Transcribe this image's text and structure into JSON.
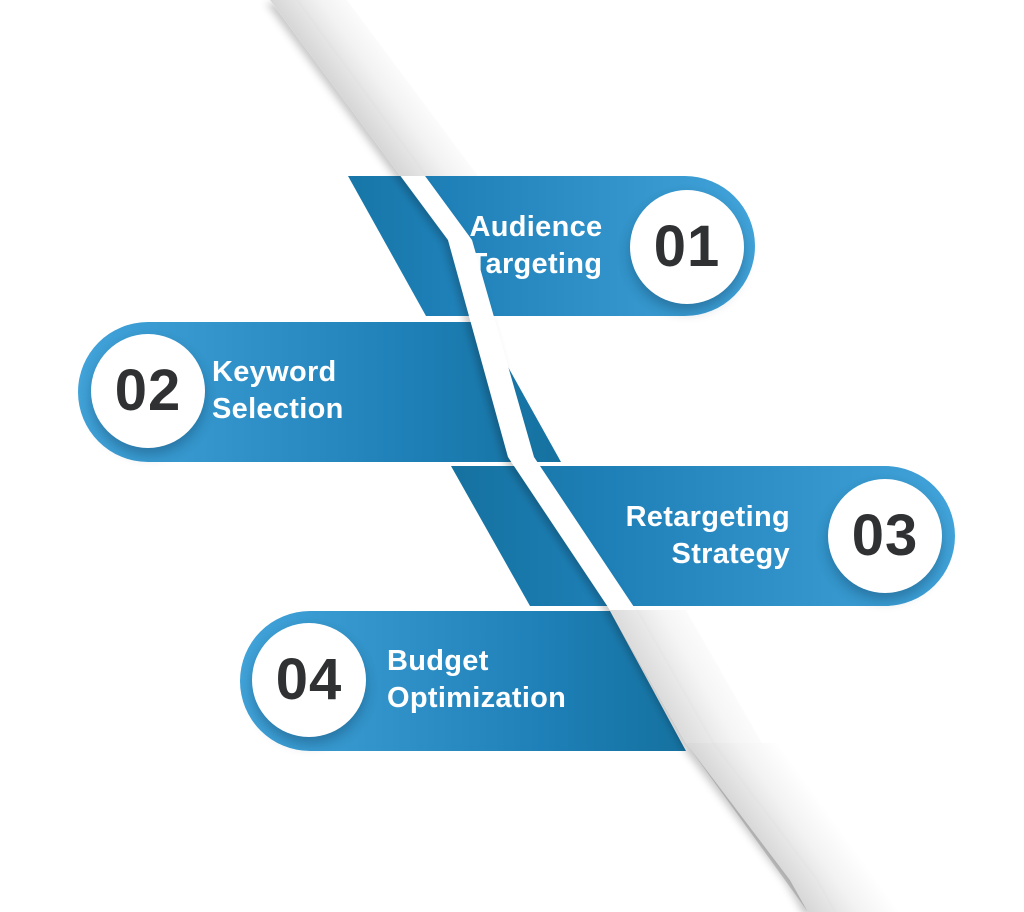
{
  "steps": [
    {
      "number": "01",
      "label_line1": "Audience",
      "label_line2": "Targeting",
      "side": "right"
    },
    {
      "number": "02",
      "label_line1": "Keyword",
      "label_line2": "Selection",
      "side": "left"
    },
    {
      "number": "03",
      "label_line1": "Retargeting",
      "label_line2": "Strategy",
      "side": "right"
    },
    {
      "number": "04",
      "label_line1": "Budget",
      "label_line2": "Optimization",
      "side": "left"
    }
  ],
  "colors": {
    "bar_blue_light": "#41a3d9",
    "bar_blue_dark": "#15719f",
    "number_text": "#2f3132",
    "label_text": "#ffffff",
    "background": "#ffffff"
  }
}
